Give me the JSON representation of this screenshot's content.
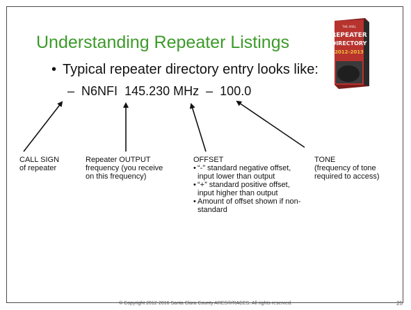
{
  "slide": {
    "title": "Understanding Repeater Listings",
    "bullet": "Typical repeater directory entry looks like:",
    "entry": {
      "dash": "–",
      "callsign": "N6NFI",
      "frequency": "145.230 MHz",
      "separator": "–",
      "tone": "100.0"
    },
    "labels": {
      "call_sign": [
        "CALL SIGN",
        "of repeater"
      ],
      "output": [
        "Repeater OUTPUT",
        "frequency (you receive",
        "on this frequency)"
      ],
      "offset": {
        "heading": "OFFSET",
        "items": [
          "“-” standard negative offset, input lower than output",
          "“+” standard positive offset, input higher than output",
          "Amount of offset shown if non-standard"
        ]
      },
      "tone": [
        "TONE",
        "(frequency of tone",
        "required to access)"
      ]
    },
    "book_image": {
      "lines": [
        "THE ARRL",
        "REPEATER",
        "DIRECTORY",
        "2012-2013"
      ],
      "cover_color": "#b8322e",
      "accent_color": "#f0c23a"
    },
    "footer": "© Copyright 2012-2016 Santa Clara County ARES®/RACES. All rights reserved.",
    "page_number": "25"
  },
  "colors": {
    "title": "#3c9a2a",
    "text": "#111111",
    "border": "#4a4a4a"
  }
}
